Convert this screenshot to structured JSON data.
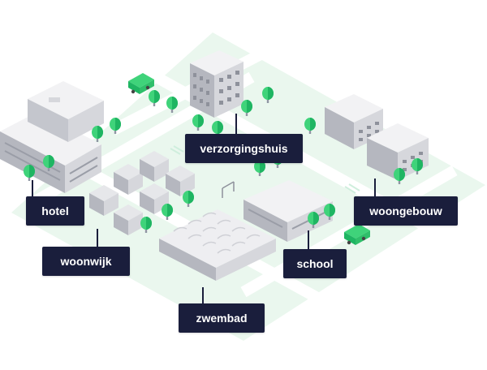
{
  "labels": {
    "verzorgingshuis": "verzorgingshuis",
    "hotel": "hotel",
    "woongebouw": "woongebouw",
    "woonwijk": "woonwijk",
    "school": "school",
    "zwembad": "zwembad"
  },
  "colors": {
    "label_bg": "#1a1e3c",
    "label_text": "#ffffff",
    "ground": "#eaf7ee",
    "road": "#ffffff",
    "tree_light": "#3fd37a",
    "tree_dark": "#1fb562",
    "building_light": "#f2f2f4",
    "building_mid": "#d6d7dc",
    "building_dark": "#b5b7bf",
    "truck": "#2fbf6a"
  }
}
